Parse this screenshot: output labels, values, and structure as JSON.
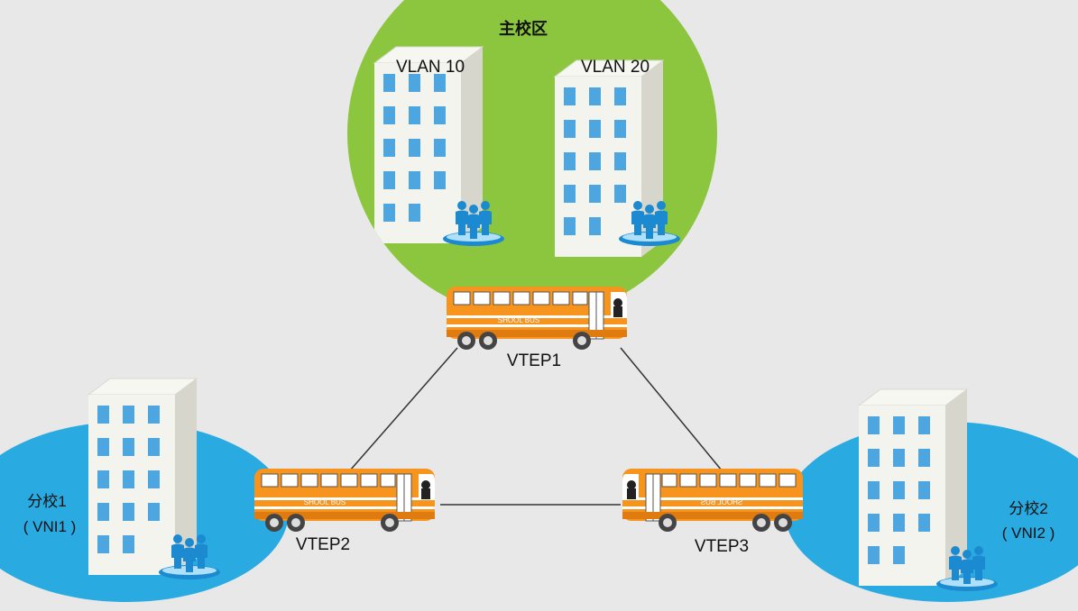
{
  "main_campus": {
    "title": "主校区",
    "left_building_label": "VLAN 10",
    "right_building_label": "VLAN 20",
    "color": "#8cc63f"
  },
  "branch1": {
    "line1": "分校1",
    "line2": "( VNI1 )",
    "color": "#29abe2"
  },
  "branch2": {
    "line1": "分校2",
    "line2": "( VNI2 )",
    "color": "#29abe2"
  },
  "vteps": {
    "vtep1": {
      "label": "VTEP1",
      "bus_text": "SHOOL BUS"
    },
    "vtep2": {
      "label": "VTEP2",
      "bus_text": "SHOOL BUS"
    },
    "vtep3": {
      "label": "VTEP3",
      "bus_text": "SHOOL BUS"
    }
  },
  "colors": {
    "bus_body": "#f7941d",
    "window": "#4da6e0",
    "link": "#333333",
    "background": "#e8e8e8"
  }
}
